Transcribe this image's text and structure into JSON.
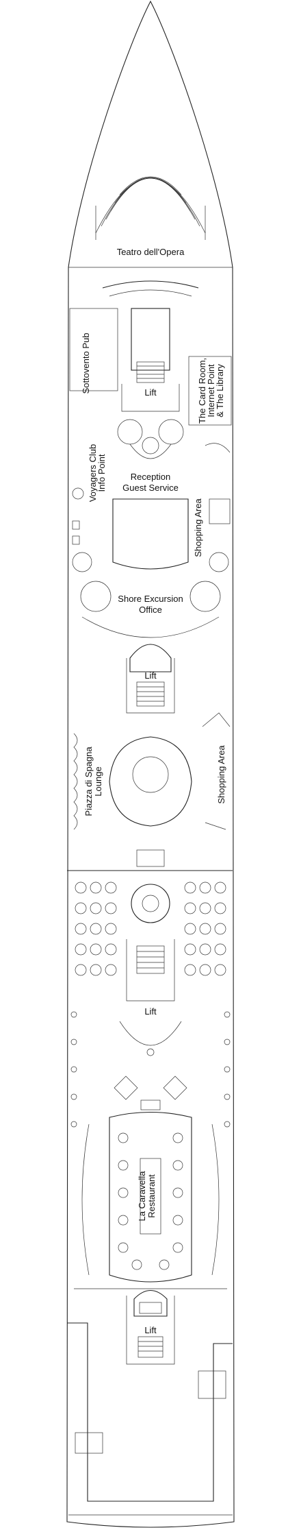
{
  "deck_plan": {
    "labels": {
      "teatro": "Teatro dell'Opera",
      "sottovento": "Sottovento Pub",
      "card_room_1": "The Card Room,",
      "card_room_2": "Internet Point",
      "card_room_3": "& The Library",
      "lift": "Lift",
      "voyagers_1": "Voyagers Club",
      "voyagers_2": "Info Point",
      "reception_1": "Reception",
      "reception_2": "Guest Service",
      "shopping": "Shopping Area",
      "shore_1": "Shore Excursion",
      "shore_2": "Office",
      "piazza_1": "Piazza di Spagna",
      "piazza_2": "Lounge",
      "caravella_1": "La Caravella",
      "caravella_2": "Restaurant"
    }
  }
}
